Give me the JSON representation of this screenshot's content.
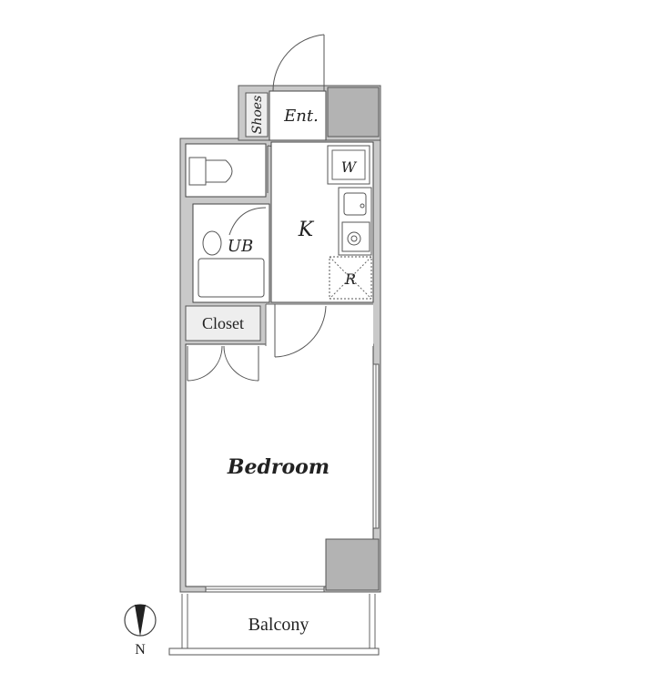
{
  "rooms": {
    "entrance": "Ent.",
    "shoes": "Shoes",
    "washer": "W",
    "kitchen": "K",
    "bath": "UB",
    "refrigerator": "R",
    "closet": "Closet",
    "bedroom": "Bedroom",
    "balcony": "Balcony"
  },
  "compass": {
    "label": "N"
  }
}
